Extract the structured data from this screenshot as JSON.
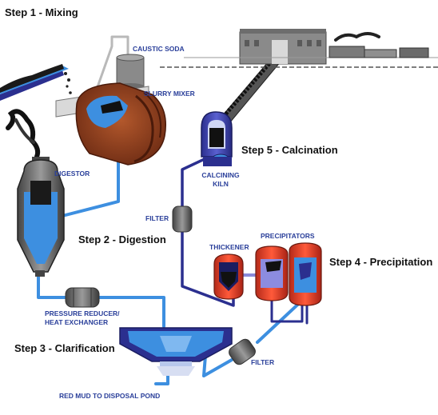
{
  "steps": {
    "step1": "Step 1 - Mixing",
    "step2": "Step 2 - Digestion",
    "step3": "Step 3 - Clarification",
    "step4": "Step 4 - Precipitation",
    "step5": "Step 5 - Calcination"
  },
  "labels": {
    "caustic_soda": "CAUSTIC SODA",
    "slurry_mixer": "SLURRY MIXER",
    "digestor": "DIGESTOR",
    "calcining_kiln_1": "CALCINING",
    "calcining_kiln_2": "KILN",
    "filter_upper": "FILTER",
    "thickener": "THICKENER",
    "precipitators": "PRECIPITATORS",
    "pressure_reducer_1": "PRESSURE REDUCER/",
    "pressure_reducer_2": "HEAT EXCHANGER",
    "filter_lower": "FILTER",
    "red_mud": "RED MUD TO DISPOSAL POND"
  },
  "colors": {
    "liquor_blue": "#3d8fe0",
    "pipe_navy": "#2b2f8f",
    "vessel_red": "#e8462f",
    "mixer_brown": "#8a3c1e",
    "label_blue": "#2a3f9a",
    "gray": "#8a8a8a"
  }
}
